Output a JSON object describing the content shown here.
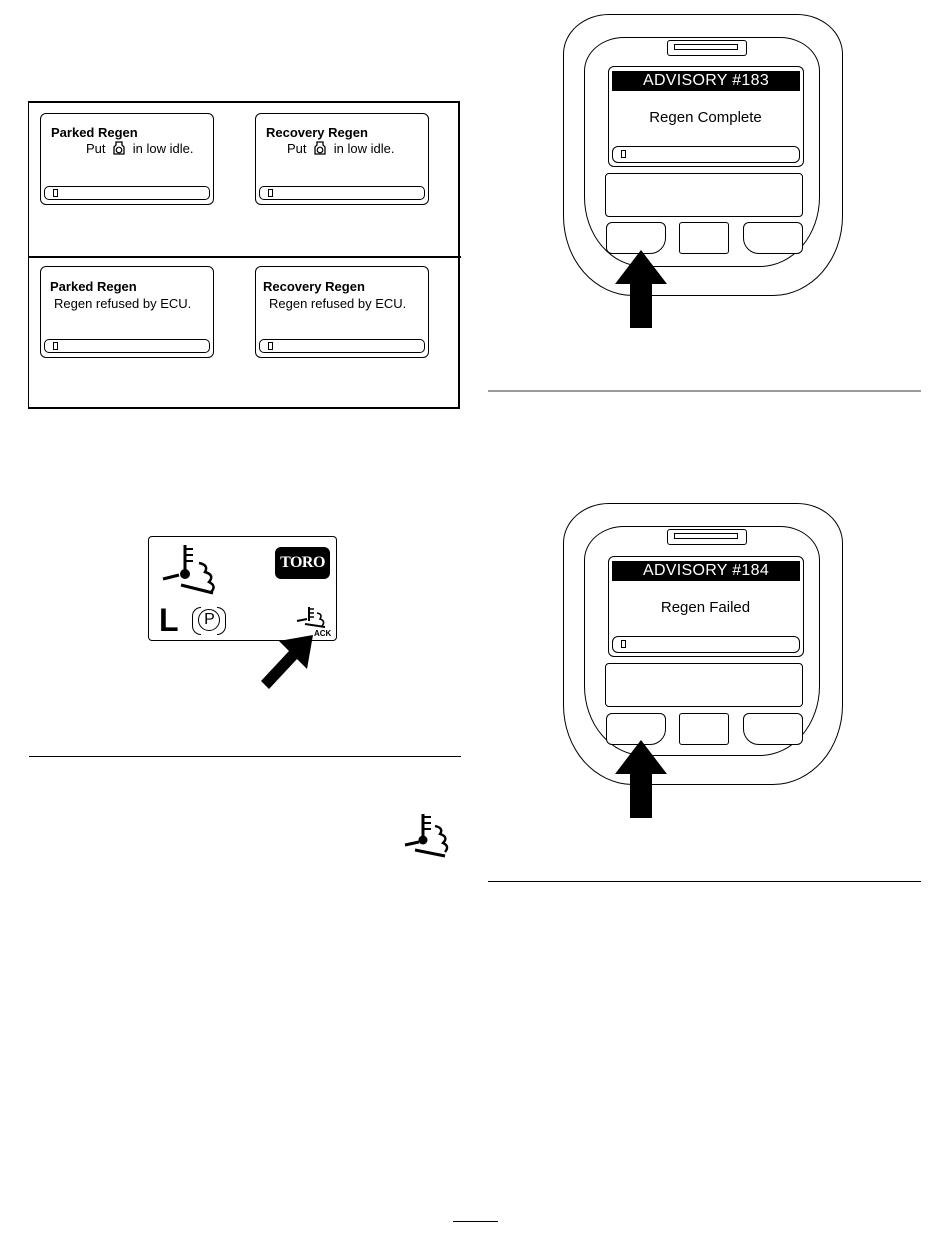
{
  "messages": [
    {
      "title": "Parked Regen",
      "text_before": "Put",
      "text_after": "in low idle."
    },
    {
      "title": "Recovery Regen",
      "text_before": "Put",
      "text_after": "in low idle."
    },
    {
      "title": "Parked Regen",
      "text": "Regen refused by ECU."
    },
    {
      "title": "Recovery Regen",
      "text": "Regen refused by ECU."
    }
  ],
  "small_display": {
    "logo": "TORO",
    "range": "L",
    "park": "P",
    "ack": "ACK"
  },
  "devices": [
    {
      "header": "ADVISORY #183",
      "message": "Regen Complete"
    },
    {
      "header": "ADVISORY #184",
      "message": "Regen Failed"
    }
  ],
  "icons": [
    "door-icon",
    "throttle-icon",
    "regen-temperature-icon",
    "park-brake-icon",
    "regen-ack-icon",
    "arrow-icon"
  ],
  "colors": {
    "ink": "#000000",
    "rule_gray": "#9a9a9a",
    "background": "#ffffff"
  }
}
